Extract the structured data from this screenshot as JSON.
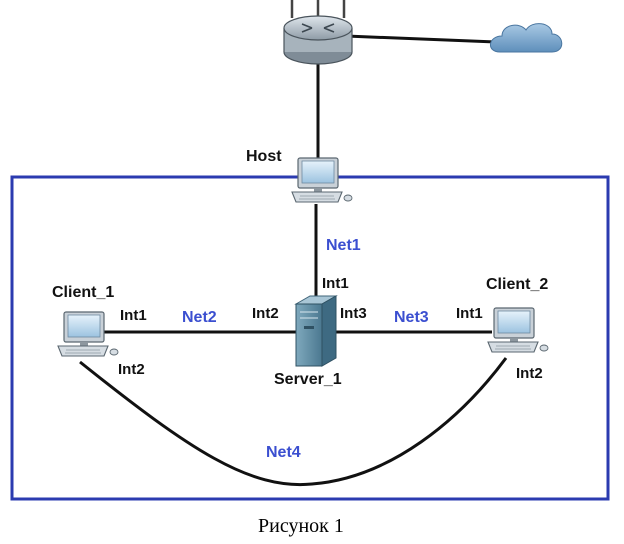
{
  "nodes": {
    "host": "Host",
    "client1": "Client_1",
    "client2": "Client_2",
    "server": "Server_1"
  },
  "interfaces": {
    "server_int1": "Int1",
    "server_int2": "Int2",
    "server_int3": "Int3",
    "client1_int1": "Int1",
    "client1_int2": "Int2",
    "client2_int1": "Int1",
    "client2_int2": "Int2"
  },
  "networks": {
    "net1": "Net1",
    "net2": "Net2",
    "net3": "Net3",
    "net4": "Net4"
  },
  "caption": "Рисунок 1",
  "colors": {
    "frame": "#2b3bb0",
    "network_label": "#3b4fd0",
    "link": "#111111"
  },
  "icons": [
    "router-icon",
    "cloud-icon",
    "desktop-computer-icon",
    "server-tower-icon"
  ]
}
